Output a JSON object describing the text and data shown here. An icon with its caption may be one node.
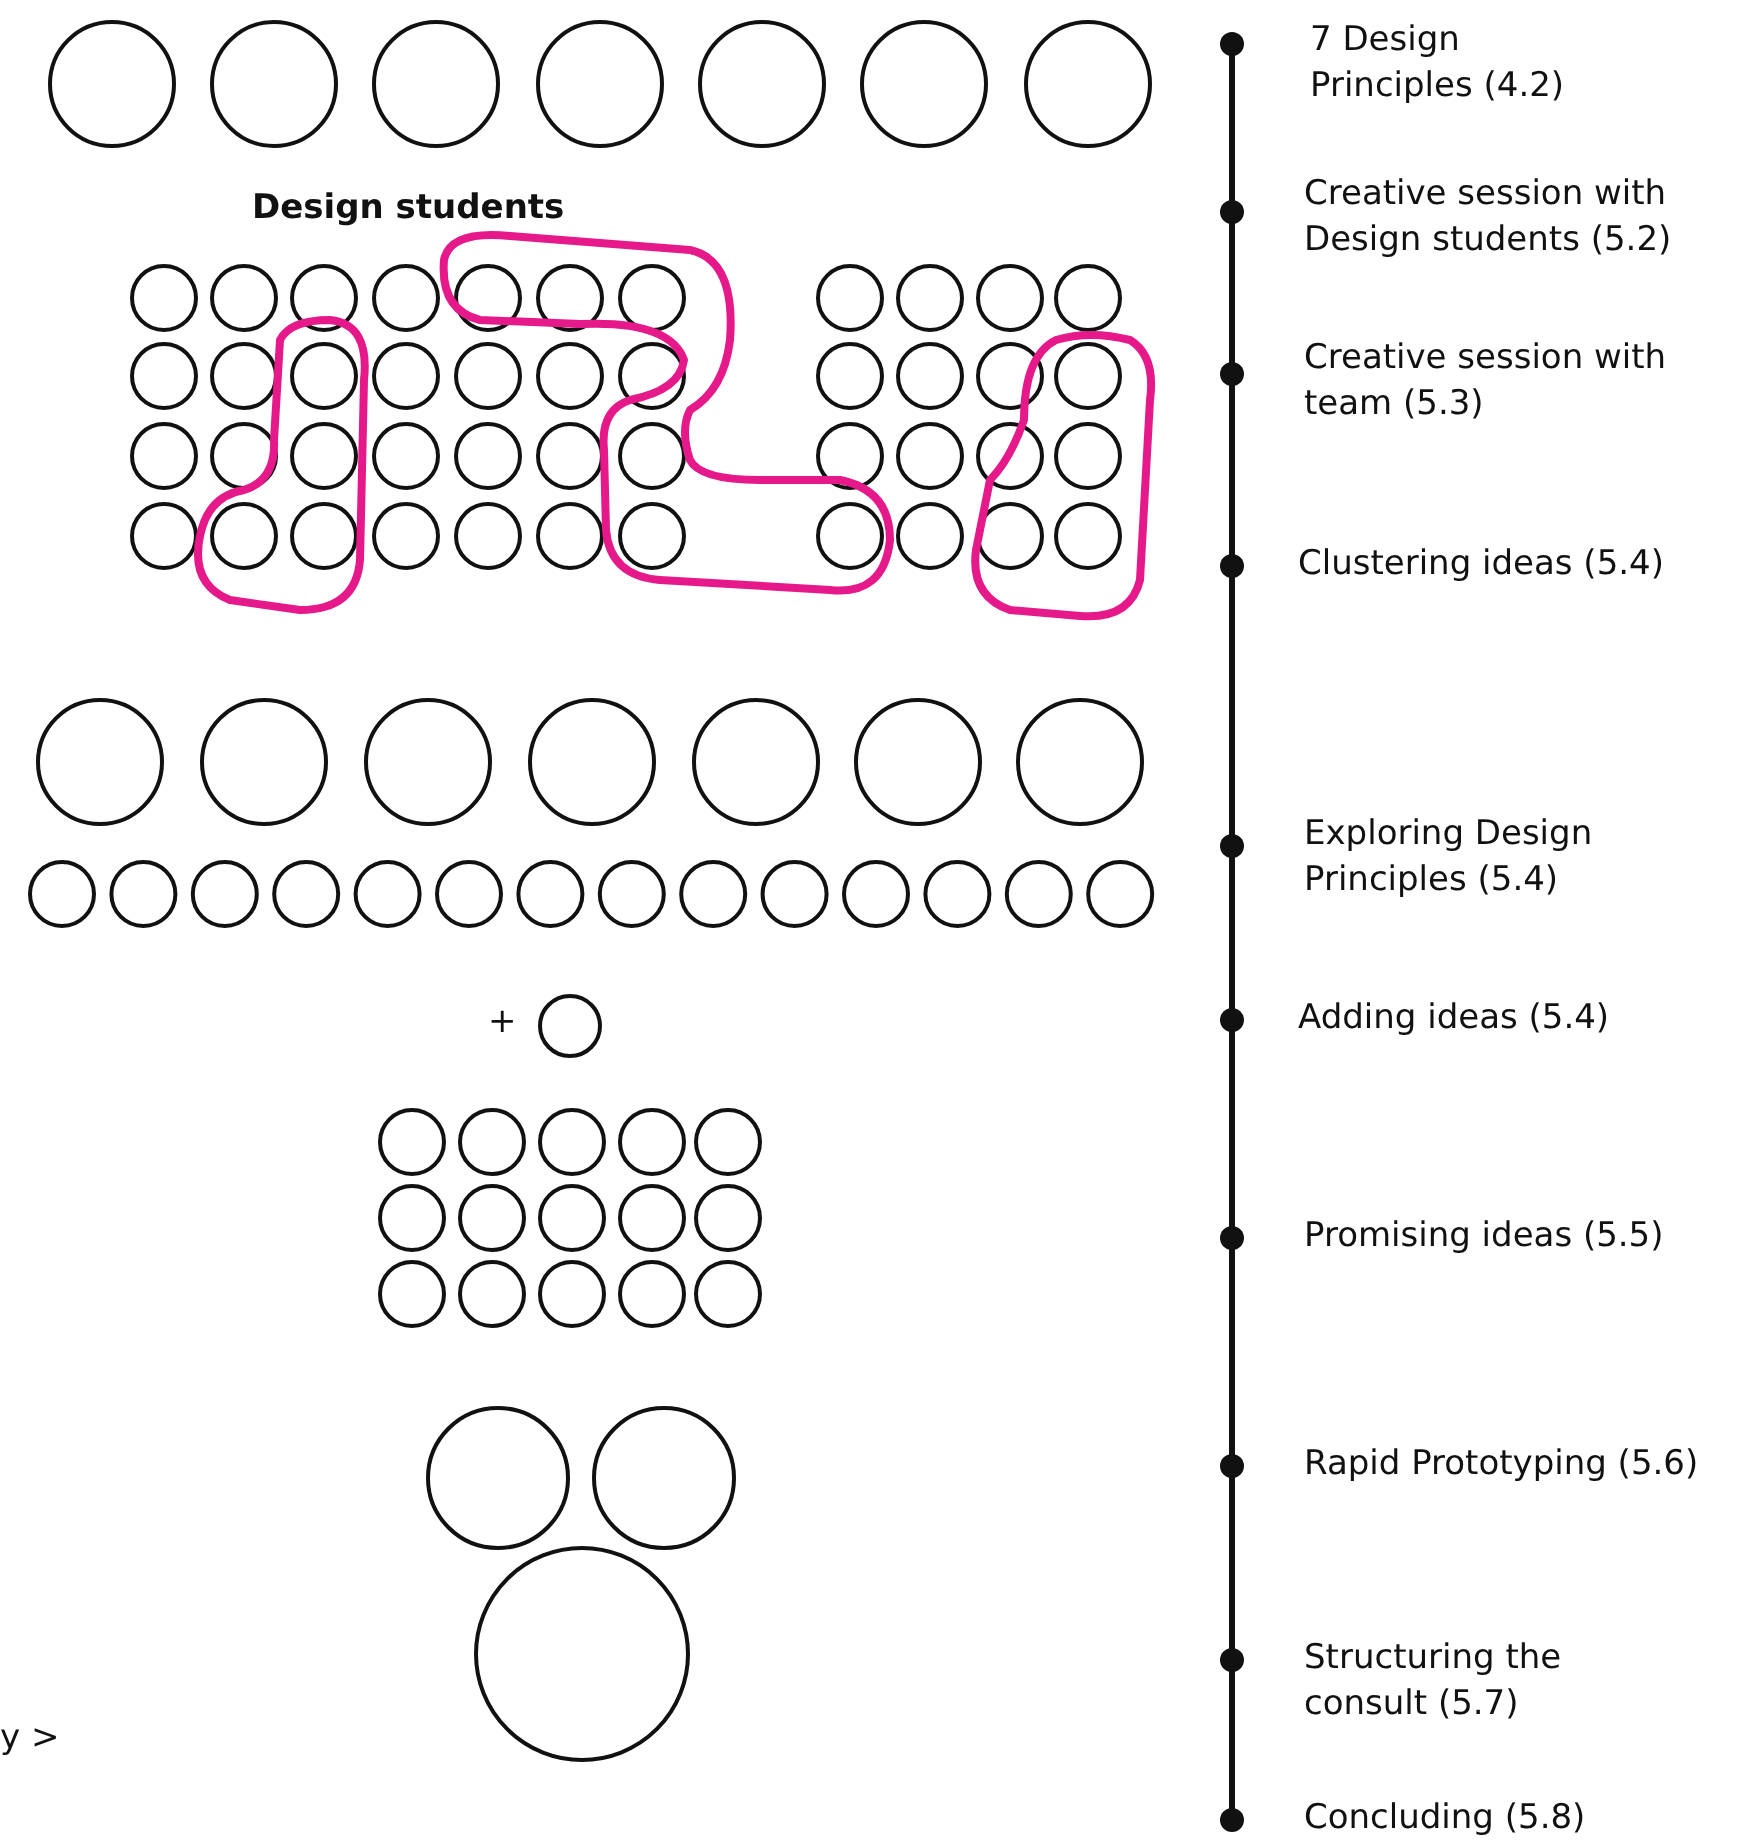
{
  "diagram": {
    "labels": [
      "7 Design Principles (4.2)",
      "Design students",
      "Creative session with Design students (5.2)",
      "Creative session with team (5.3)",
      "Clustering ideas (5.4)",
      "Exploring Design Principles (5.4)",
      "+",
      "Adding ideas (5.4)",
      "Promising ideas (5.5)",
      "Rapid Prototyping (5.6)",
      "Structuring the consult (5.7)",
      "y >",
      "Concluding (5.8)"
    ]
  }
}
